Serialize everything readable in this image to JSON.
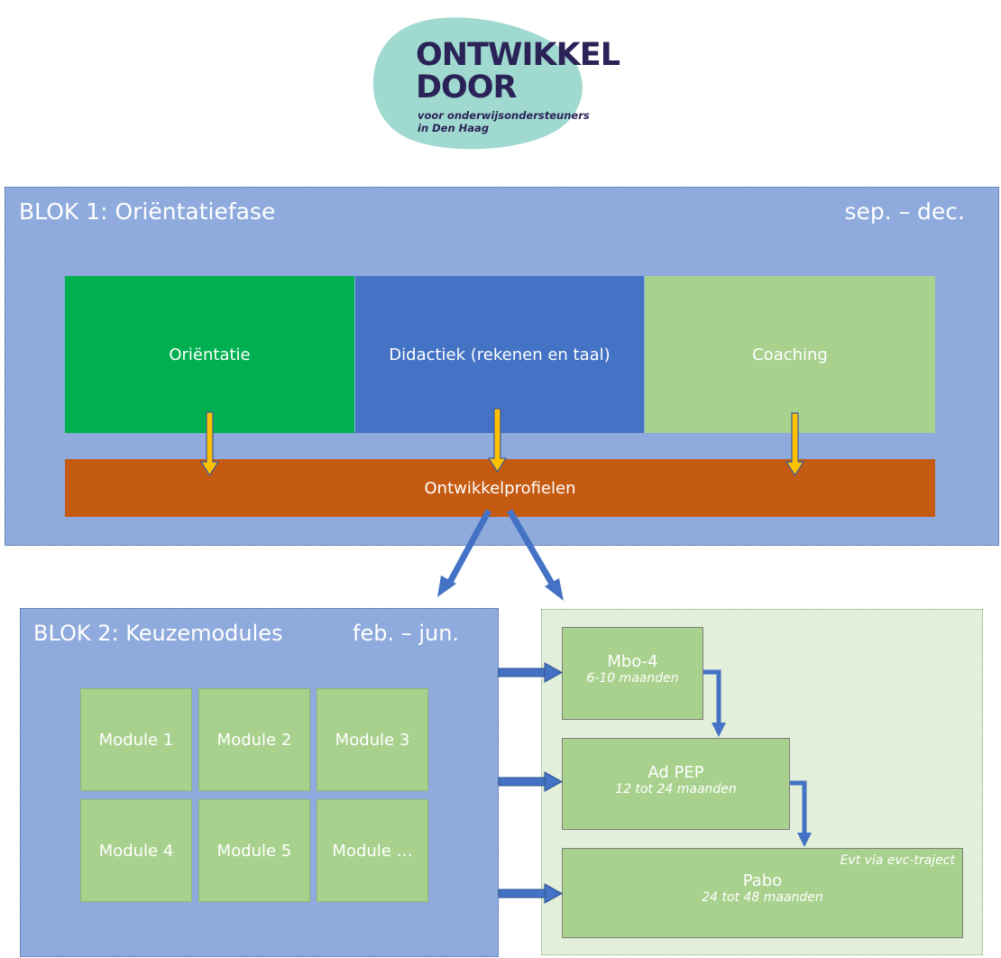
{
  "logo": {
    "line1": "ONTWIKKEL",
    "line2": "DOOR",
    "tagline1": "voor onderwijsondersteuners",
    "tagline2": "in Den Haag",
    "colors": {
      "blob": "#9fd9cf",
      "text": "#2b2358"
    }
  },
  "blok1": {
    "title": "BLOK 1: Oriëntatiefase",
    "period": "sep. – dec.",
    "cells": [
      "Oriëntatie",
      "Didactiek (rekenen en taal)",
      "Coaching"
    ],
    "profiles": "Ontwikkelprofielen"
  },
  "blok2": {
    "title": "BLOK 2: Keuzemodules",
    "period": "feb. – jun.",
    "modules": [
      "Module 1",
      "Module 2",
      "Module 3",
      "Module 4",
      "Module 5",
      "Module …"
    ]
  },
  "routes": [
    {
      "name": "Mbo-4",
      "duration": "6-10  maanden"
    },
    {
      "name": "Ad PEP",
      "duration": "12 tot 24 maanden"
    },
    {
      "name": "Pabo",
      "duration": "24 tot 48 maanden",
      "note": "Evt via evc-traject"
    }
  ],
  "colors": {
    "blok_bg": "#8faadc",
    "orientatie": "#00b050",
    "didactiek": "#4472c4",
    "coaching": "#a9d18e",
    "profielen": "#c55a11",
    "route_panel": "#e2efda",
    "arrow_blue": "#4472c4",
    "arrow_yellow": "#ffc000"
  }
}
